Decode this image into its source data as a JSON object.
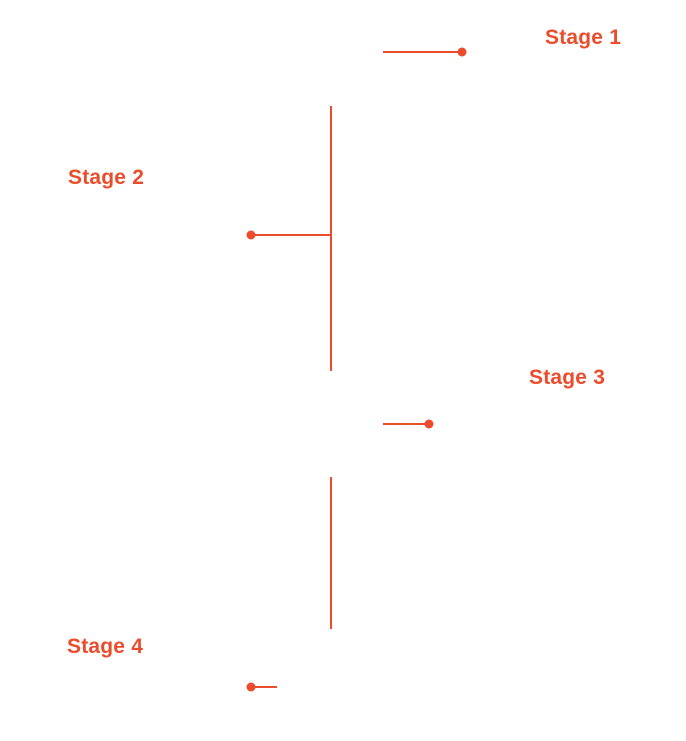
{
  "colors": {
    "accent": "#EB4D2C",
    "background": "#FFFFFF"
  },
  "stages": [
    {
      "label": "Stage 1",
      "side": "right"
    },
    {
      "label": "Stage 2",
      "side": "left"
    },
    {
      "label": "Stage 3",
      "side": "right"
    },
    {
      "label": "Stage 4",
      "side": "left"
    }
  ]
}
